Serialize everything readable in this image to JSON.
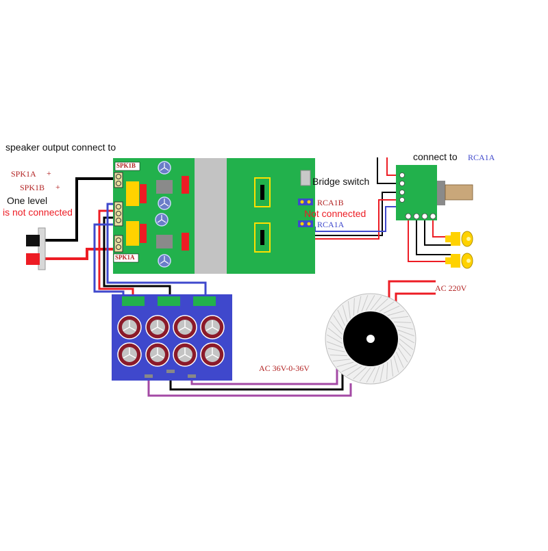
{
  "labels": {
    "speaker_output": "speaker output connect to",
    "spk1a": "SPK1A",
    "spk1a_sign": "+",
    "spk1b": "SPK1B",
    "spk1b_sign": "+",
    "one_level": "One level",
    "is_not_connected": "is not connected",
    "board_spk1b": "SPK1B",
    "board_spk1a": "SPK1A",
    "bridge_switch": "Bridge switch",
    "rca1b": "RCA1B",
    "not_connected": "Not connected",
    "rca1a": "RCA1A",
    "connect_to": "connect to",
    "connect_to_rca": "RCA1A",
    "ac_220v": "AC 220V",
    "ac_36v": "AC 36V-0-36V"
  },
  "colors": {
    "board_green": "#22b14c",
    "heatsink_gray": "#c3c3c3",
    "filter_blue": "#3f48cc",
    "wire_black": "#000000",
    "wire_red": "#ed1c24",
    "wire_blue": "#3f48cc",
    "wire_purple": "#a349a4",
    "label_dark_red": "#b22222",
    "label_blue": "#3f48cc",
    "rca_yellow": "#ffd200"
  }
}
